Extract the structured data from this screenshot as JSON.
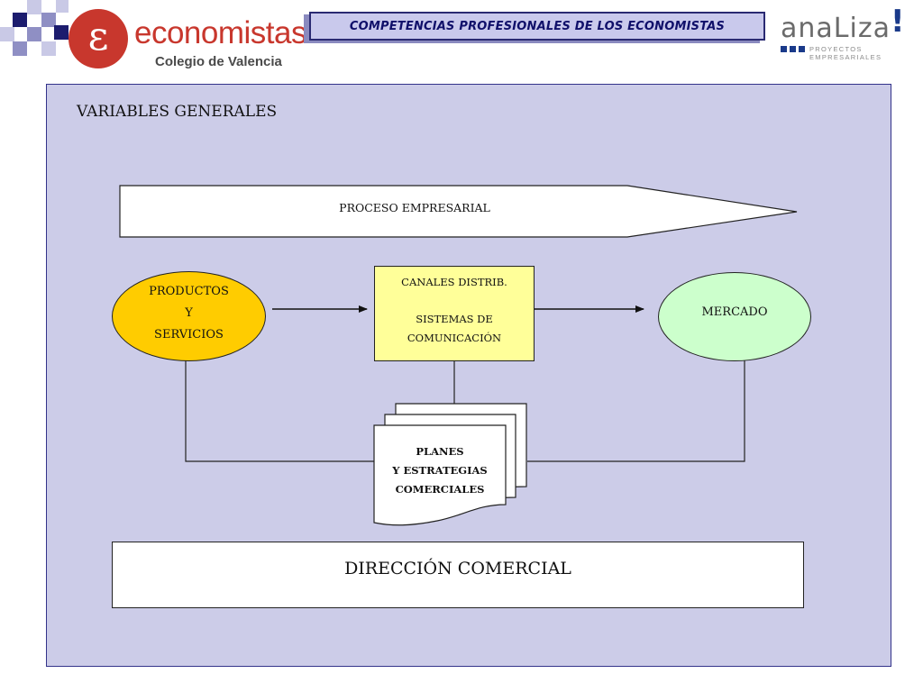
{
  "header": {
    "title": "COMPETENCIAS PROFESIONALES DE LOS ECONOMISTAS",
    "logo_left": {
      "glyph": "ε",
      "word": "economistas",
      "subtitle": "Colegio de Valencia",
      "color": "#c8372d",
      "subtitle_color": "#4a4a4a"
    },
    "logo_right": {
      "word": "anaLiza",
      "bang": "!",
      "subtitle": "PROYECTOS EMPRESARIALES",
      "word_color": "#6b6b6b",
      "bang_color": "#1a3a8a",
      "squares_color": "#1a3a8a"
    },
    "deco_square_colors": [
      "#1c1c6e",
      "#8f8fc4",
      "#c9c9e6"
    ]
  },
  "diagram": {
    "panel_bg": "#cccce8",
    "panel_title": "VARIABLES GENERALES",
    "process_arrow": {
      "label": "PROCESO EMPRESARIAL"
    },
    "productos": {
      "lines": [
        "PRODUCTOS",
        "Y",
        "SERVICIOS"
      ],
      "color": "#ffcc00"
    },
    "canales": {
      "line1": "CANALES DISTRIB.",
      "line2": "SISTEMAS DE",
      "line3": "COMUNICACIÓN",
      "color": "#ffff99"
    },
    "mercado": {
      "label": "MERCADO",
      "color": "#ccffcc"
    },
    "planes": {
      "lines": [
        "PLANES",
        "Y ESTRATEGIAS",
        "COMERCIALES"
      ]
    },
    "direccion": {
      "label": "DIRECCIÓN COMERCIAL"
    }
  }
}
